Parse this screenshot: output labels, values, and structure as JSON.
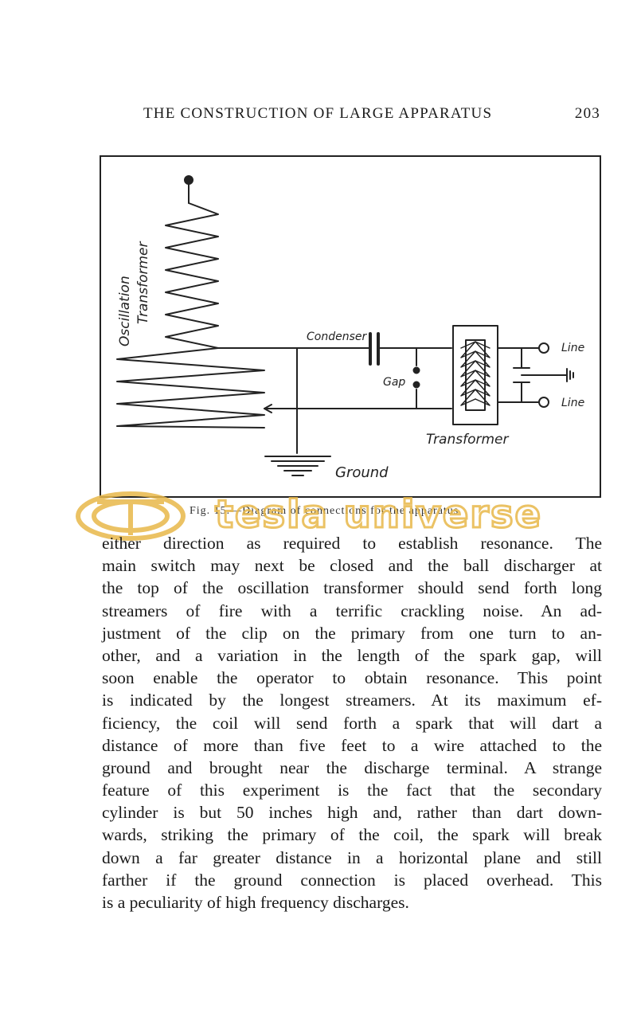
{
  "header": {
    "running_title": "THE CONSTRUCTION OF LARGE APPARATUS",
    "page_number": "203"
  },
  "figure": {
    "labels": {
      "oscillation": "Oscillation",
      "transformer_vertical": "Transformer",
      "condenser": "Condenser",
      "gap": "Gap",
      "transformer": "Transformer",
      "line_top": "Line",
      "line_bottom": "Line",
      "ground": "Ground"
    },
    "caption": "Fig. 15.—Diagram of connections for the apparatus"
  },
  "watermark": {
    "text": "tesla universe",
    "color": "#e8b84a"
  },
  "body": {
    "lines": [
      "either direction as required to establish resonance. The",
      "main switch may next be closed and the ball discharger at",
      "the top of the oscillation transformer should send forth long",
      "streamers of fire with a terrific crackling noise. An ad-",
      "justment of the clip on the primary from one turn to an-",
      "other, and a variation in the length of the spark gap, will",
      "soon enable the operator to obtain resonance. This point",
      "is indicated by the longest streamers. At its maximum ef-",
      "ficiency, the coil will send forth a spark that will dart a",
      "distance of more than five feet to a wire attached to the",
      "ground and brought near the discharge terminal. A strange",
      "feature of this experiment is the fact that the secondary",
      "cylinder is but 50 inches high and, rather than dart down-",
      "wards, striking the primary of the coil, the spark will break",
      "down a far greater distance in a horizontal plane and still",
      "farther if the ground connection is placed overhead. This",
      "is a peculiarity of high frequency discharges."
    ]
  }
}
